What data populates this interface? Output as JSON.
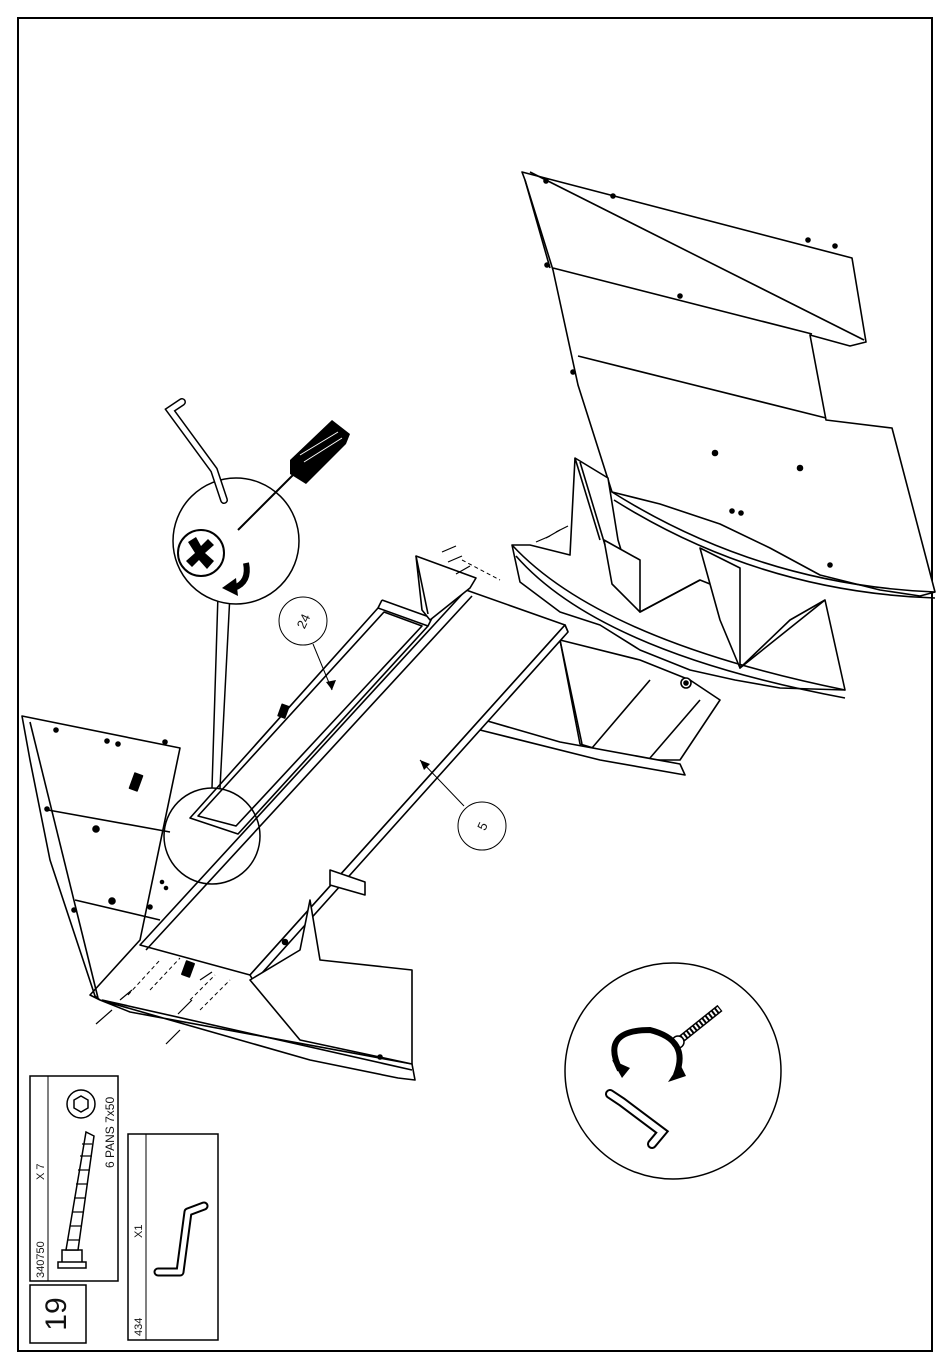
{
  "step": {
    "number": "19"
  },
  "parts": {
    "screw": {
      "code": "340750",
      "qty": "X 7",
      "description": "6 PANS 7x50"
    },
    "key": {
      "code": "434",
      "qty": "X1"
    }
  },
  "callouts": {
    "shelf": "24",
    "panel": "5"
  },
  "icons": [
    "hex-key-icon",
    "screwdriver-icon",
    "phillips-cross-icon",
    "rotate-arrow-icon",
    "screw-icon"
  ]
}
